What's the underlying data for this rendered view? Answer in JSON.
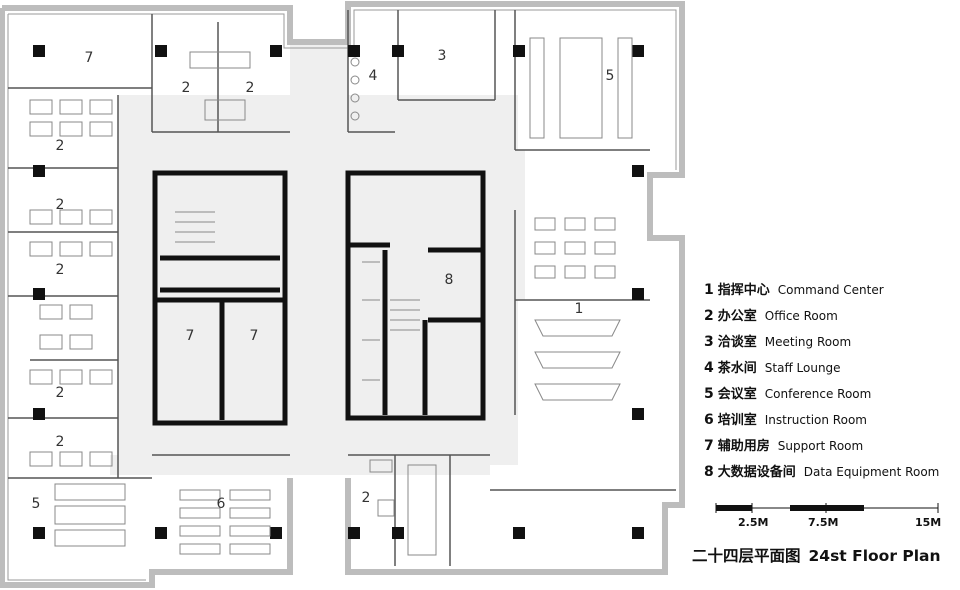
{
  "rooms": [
    {
      "id": "r1",
      "label": "7"
    },
    {
      "id": "r2",
      "label": "2"
    },
    {
      "id": "r3",
      "label": "2"
    },
    {
      "id": "r4",
      "label": "4"
    },
    {
      "id": "r5",
      "label": "3"
    },
    {
      "id": "r6",
      "label": "5"
    },
    {
      "id": "r7",
      "label": "2"
    },
    {
      "id": "r8",
      "label": "2"
    },
    {
      "id": "r9",
      "label": "2"
    },
    {
      "id": "r10",
      "label": "8"
    },
    {
      "id": "r11",
      "label": "1"
    },
    {
      "id": "r12",
      "label": "7"
    },
    {
      "id": "r13",
      "label": "7"
    },
    {
      "id": "r14",
      "label": "2"
    },
    {
      "id": "r15",
      "label": "2"
    },
    {
      "id": "r16",
      "label": "5"
    },
    {
      "id": "r17",
      "label": "6"
    },
    {
      "id": "r18",
      "label": "2"
    }
  ],
  "legend": [
    {
      "num": "1",
      "cn": "指挥中心",
      "en": "Command Center"
    },
    {
      "num": "2",
      "cn": "办公室",
      "en": "Office Room"
    },
    {
      "num": "3",
      "cn": "洽谈室",
      "en": "Meeting Room"
    },
    {
      "num": "4",
      "cn": "茶水间",
      "en": "Staff Lounge"
    },
    {
      "num": "5",
      "cn": "会议室",
      "en": "Conference Room"
    },
    {
      "num": "6",
      "cn": "培训室",
      "en": "Instruction Room"
    },
    {
      "num": "7",
      "cn": "辅助用房",
      "en": "Support Room"
    },
    {
      "num": "8",
      "cn": "大数据设备间",
      "en": "Data Equipment Room"
    }
  ],
  "scale_bar": {
    "labels": [
      "2.5M",
      "7.5M",
      "15M"
    ]
  },
  "title": {
    "cn": "二十四层平面图",
    "en": "24st Floor Plan"
  }
}
